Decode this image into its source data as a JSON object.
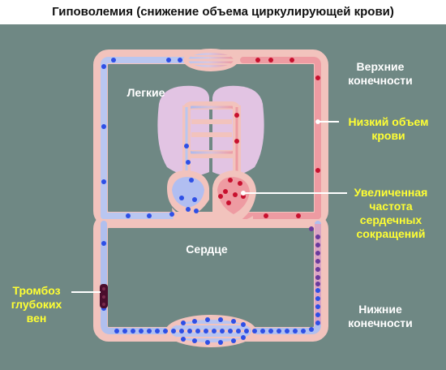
{
  "title": "Гиповолемия (снижение объема циркулирующей крови)",
  "labels": {
    "lungs": "Легкие",
    "heart": "Сердце",
    "upper_limbs": [
      "Верхние",
      "конечности"
    ],
    "lower_limbs": [
      "Нижние",
      "конечности"
    ],
    "low_volume": [
      "Низкий объем",
      "крови"
    ],
    "heart_rate": [
      "Увеличенная",
      "частота",
      "сердечных",
      "сокращений"
    ],
    "dvt": [
      "Тромбоз",
      "глубоких",
      "вен"
    ]
  },
  "colors": {
    "background": "#6f8884",
    "vessel": "#f2c3bd",
    "venous_blood": "#2e4fe6",
    "arterial_blood": "#c8102e",
    "thrombus": "#4a0d2c",
    "lungs": "#e2c4e3",
    "callout_text": "#ffff33"
  }
}
